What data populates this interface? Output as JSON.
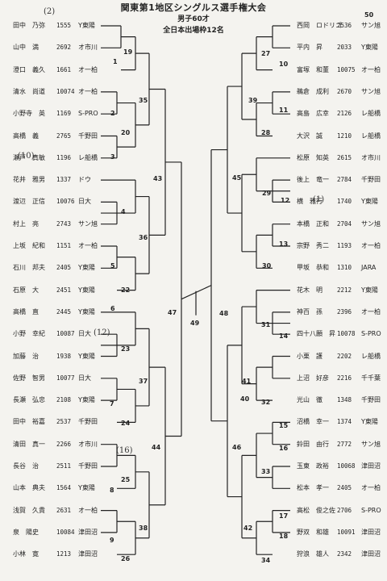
{
  "title": "関東第1地区シングルス選手権大会",
  "subtitle1": "男子60才",
  "subtitle2": "全日本出場枠12名",
  "left_players": [
    {
      "name": "田中　乃弥",
      "id": "1555",
      "club": "Y東陽"
    },
    {
      "name": "山中　満",
      "id": "2692",
      "club": "オ市川"
    },
    {
      "name": "澄口　義久",
      "id": "1661",
      "club": "オ一柏"
    },
    {
      "name": "清水　尚道",
      "id": "10074",
      "club": "オ一柏"
    },
    {
      "name": "小野寺　英",
      "id": "1169",
      "club": "S-PRO"
    },
    {
      "name": "高橋　義",
      "id": "2765",
      "club": "千野田"
    },
    {
      "name": "瀬戸　真敏",
      "id": "1196",
      "club": "レ船橋"
    },
    {
      "name": "花井　雅男",
      "id": "1337",
      "club": "ドウ"
    },
    {
      "name": "渡辺　正信",
      "id": "10076",
      "club": "日大"
    },
    {
      "name": "村上　亮",
      "id": "2743",
      "club": "サン旭"
    },
    {
      "name": "上坂　紀和",
      "id": "1151",
      "club": "オ一柏"
    },
    {
      "name": "石川　邦夫",
      "id": "2405",
      "club": "Y東陽"
    },
    {
      "name": "石原　大",
      "id": "2451",
      "club": "Y東陽"
    },
    {
      "name": "高橋　直",
      "id": "2445",
      "club": "Y東陽"
    },
    {
      "name": "小野　幸紀",
      "id": "10087",
      "club": "日大"
    },
    {
      "name": "加藤　治",
      "id": "1938",
      "club": "Y東陽"
    },
    {
      "name": "佐野　智男",
      "id": "10077",
      "club": "日大"
    },
    {
      "name": "長瀬　弘忠",
      "id": "2108",
      "club": "Y東陽"
    },
    {
      "name": "田中　裕嘉",
      "id": "2537",
      "club": "千野田"
    },
    {
      "name": "清田　真一",
      "id": "2266",
      "club": "オ市川"
    },
    {
      "name": "長谷　治",
      "id": "2511",
      "club": "千野田"
    },
    {
      "name": "山本　典夫",
      "id": "1564",
      "club": "Y東陽"
    },
    {
      "name": "浅賀　久貴",
      "id": "2631",
      "club": "オ一柏"
    },
    {
      "name": "泉　陽史",
      "id": "10084",
      "club": "津田沼"
    },
    {
      "name": "小林　寛",
      "id": "1213",
      "club": "津田沼"
    }
  ],
  "right_players": [
    {
      "name": "西岡　ロドリゴ",
      "id": "2536",
      "club": "サン旭"
    },
    {
      "name": "平内　昇",
      "id": "2033",
      "club": "Y東陽"
    },
    {
      "name": "富塚　和董",
      "id": "10075",
      "club": "オ一柏"
    },
    {
      "name": "鵜倉　成利",
      "id": "2670",
      "club": "サン旭"
    },
    {
      "name": "高島　広幸",
      "id": "2126",
      "club": "レ船橋"
    },
    {
      "name": "大沢　誠",
      "id": "1210",
      "club": "レ船橋"
    },
    {
      "name": "松原　知英",
      "id": "2615",
      "club": "オ市川"
    },
    {
      "name": "後上　竜一",
      "id": "2784",
      "club": "千野田"
    },
    {
      "name": "横　雅行",
      "id": "1740",
      "club": "Y東陽"
    },
    {
      "name": "本橋　正和",
      "id": "2704",
      "club": "サン旭"
    },
    {
      "name": "宗野　秀二",
      "id": "1193",
      "club": "オ一柏"
    },
    {
      "name": "甲坂　恭和",
      "id": "1310",
      "club": "JARA"
    },
    {
      "name": "花木　明",
      "id": "2212",
      "club": "Y東陽"
    },
    {
      "name": "神百　孫",
      "id": "2396",
      "club": "オ一柏"
    },
    {
      "name": "四十八願　昇",
      "id": "10078",
      "club": "S-PRO"
    },
    {
      "name": "小栗　護",
      "id": "2202",
      "club": "レ船橋"
    },
    {
      "name": "上沼　好彦",
      "id": "2216",
      "club": "千千葉"
    },
    {
      "name": "光山　徹",
      "id": "1348",
      "club": "千野田"
    },
    {
      "name": "沼橋　幸一",
      "id": "1374",
      "club": "Y東陽"
    },
    {
      "name": "鈴田　由行",
      "id": "2772",
      "club": "サン旭"
    },
    {
      "name": "玉東　政裕",
      "id": "10068",
      "club": "津田沼"
    },
    {
      "name": "松本　孝一",
      "id": "2405",
      "club": "オ一柏"
    },
    {
      "name": "高松　俊之佐",
      "id": "2706",
      "club": "S-PRO"
    },
    {
      "name": "野双　和雄",
      "id": "10091",
      "club": "津田沼"
    },
    {
      "name": "狩浪　雄人",
      "id": "2342",
      "club": "津田沼"
    }
  ],
  "match_numbers": [
    "19",
    "1",
    "35",
    "2",
    "20",
    "3",
    "4",
    "36",
    "5",
    "22",
    "6",
    "43",
    "47",
    "49",
    "48",
    "23",
    "37",
    "7",
    "24",
    "44",
    "8",
    "25",
    "38",
    "9",
    "26",
    "27",
    "10",
    "39",
    "11",
    "28",
    "45",
    "29",
    "12",
    "13",
    "30",
    "31",
    "14",
    "41",
    "40",
    "32",
    "15",
    "46",
    "16",
    "33",
    "17",
    "34",
    "42",
    "18",
    "50"
  ],
  "annotations": [
    "(2)",
    "(10)",
    "(12)",
    "(16)",
    "(1)"
  ]
}
